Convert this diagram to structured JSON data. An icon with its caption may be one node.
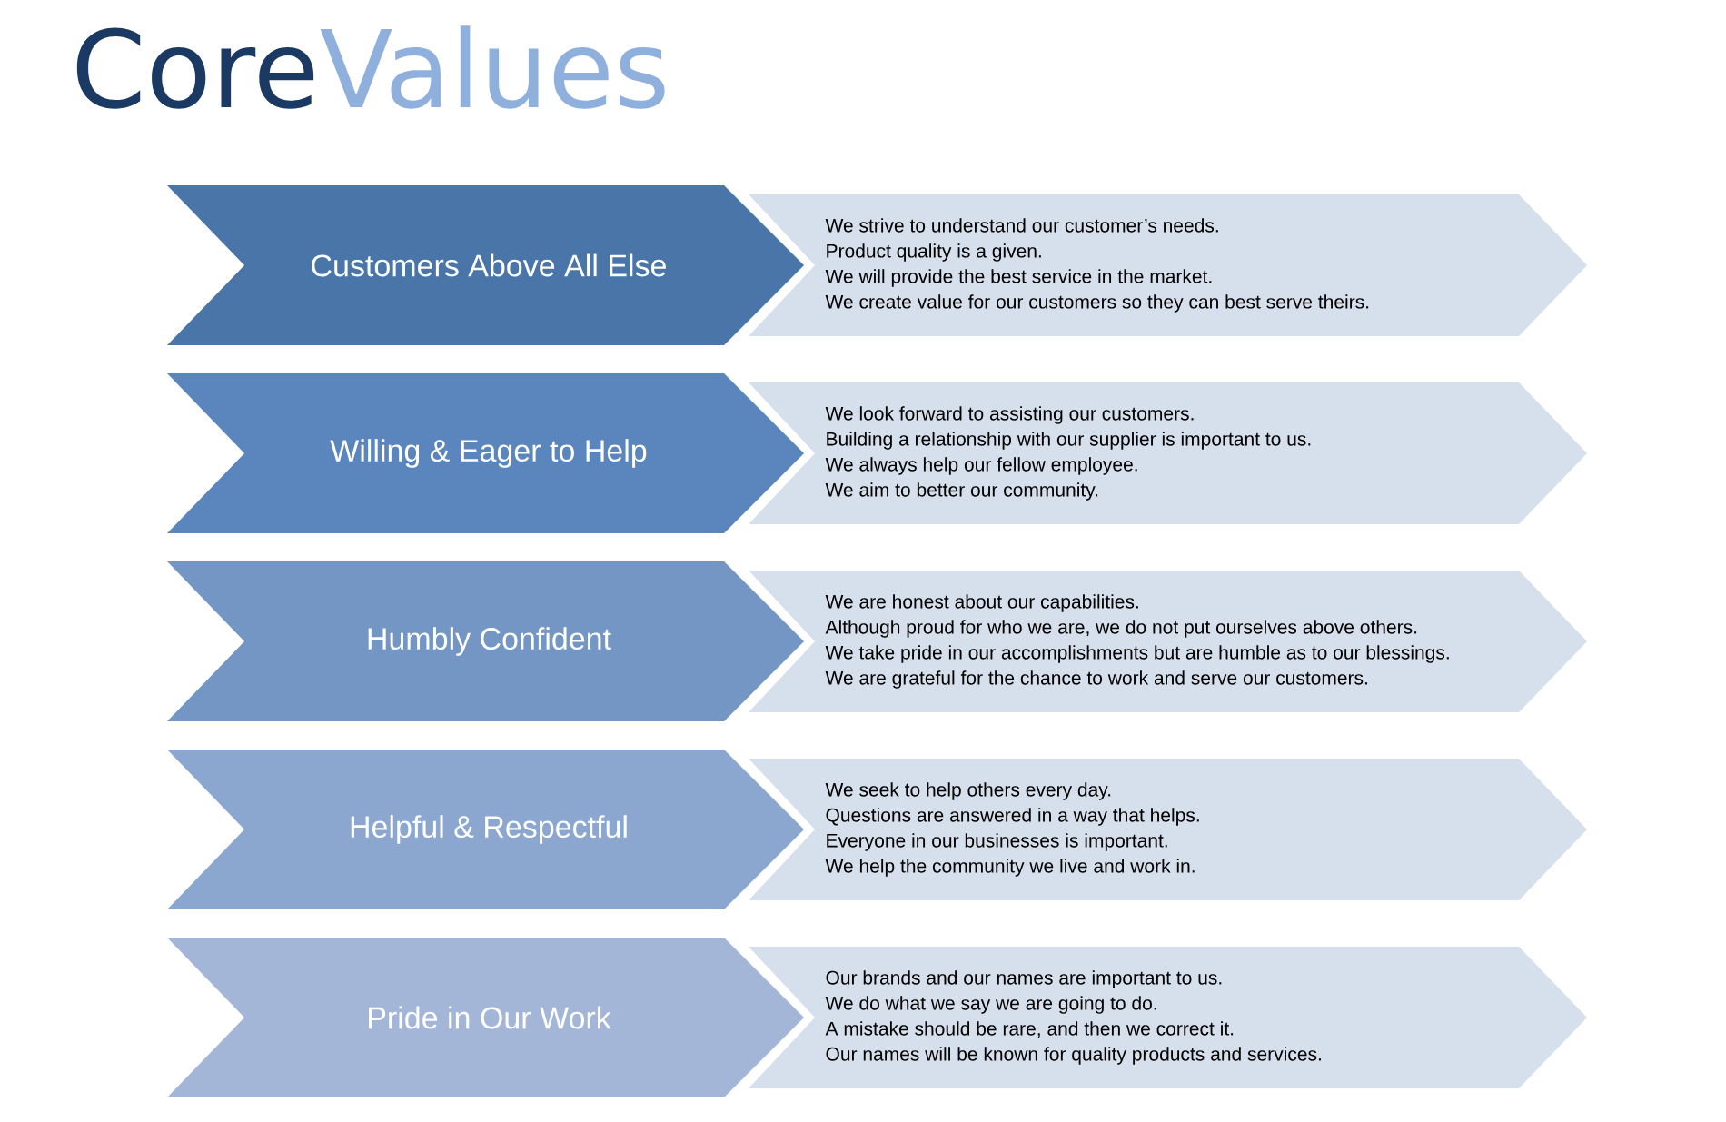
{
  "diagram": {
    "title": "Core",
    "labels": [
      "Values"
    ],
    "nodes": [
      {
        "text": [
          "Customers Above All Else"
        ]
      },
      {
        "text": [
          "We strive to understand our customer’s needs.",
          "Product quality is a given.",
          "We will provide the best service in the market.",
          "We create value for our customers so they can best serve theirs."
        ]
      },
      {
        "text": [
          "Willing & Eager to Help"
        ]
      },
      {
        "text": [
          "We look forward to assisting our customers.",
          "Building a relationship with our supplier is important to us.",
          "We always help our fellow employee.",
          "We aim to better our community."
        ]
      },
      {
        "text": [
          "Humbly Confident"
        ]
      },
      {
        "text": [
          "We are honest about our capabilities.",
          "Although proud for who we are, we do not put ourselves above others.",
          "We take pride in our accomplishments but are humble as to our blessings.",
          "We are grateful for the chance to work and serve our customers."
        ]
      },
      {
        "text": [
          "Helpful & Respectful"
        ]
      },
      {
        "text": [
          "We seek to help others every day.",
          "Questions are answered in a way that helps.",
          "Everyone in our businesses is important.",
          "We help the community we live and work in."
        ]
      },
      {
        "text": [
          "Pride in Our Work"
        ]
      },
      {
        "text": [
          "Our brands and our names are important to us.",
          "We do what we say we are going to do.",
          "A mistake should be rare, and then we correct it.",
          "Our names will be known for quality products and services."
        ]
      }
    ]
  }
}
